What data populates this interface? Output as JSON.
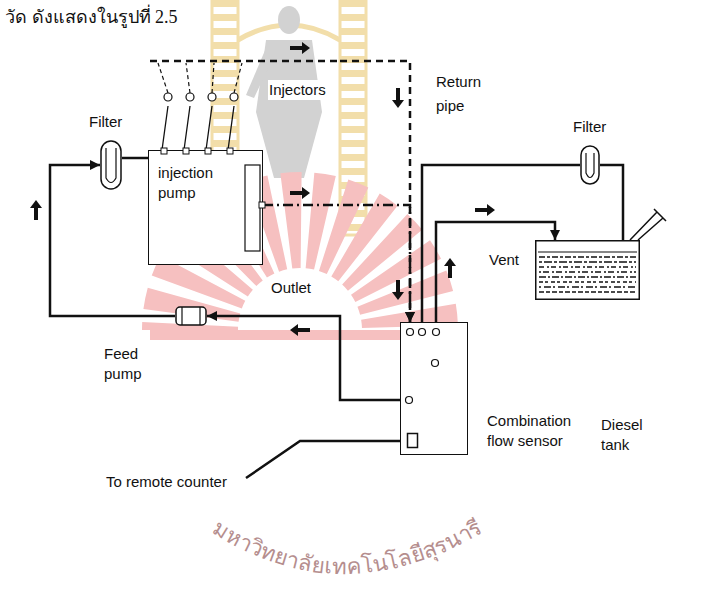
{
  "diagram": {
    "nodes": [
      {
        "text": [
          "Injectors"
        ]
      },
      {
        "text": [
          "Filter"
        ]
      },
      {
        "text": [
          "injection pump"
        ]
      },
      {
        "text": [
          "Filter"
        ]
      },
      {
        "text": [
          "Diesel tank"
        ]
      },
      {
        "text": [
          "Feed pump"
        ]
      },
      {
        "text": [
          "Combination flow sensor"
        ]
      }
    ],
    "edges": [
      {
        "from": 2,
        "to": 0,
        "arrow": "none"
      },
      {
        "from": 1,
        "to": 2,
        "arrow": "none"
      },
      {
        "from": 5,
        "to": 1,
        "arrow": "to"
      },
      {
        "from": 6,
        "to": 5,
        "arrow": "to"
      },
      {
        "from": 4,
        "to": 3,
        "arrow": "none"
      },
      {
        "from": 3,
        "to": 6,
        "arrow": "none"
      },
      {
        "from": 6,
        "to": 4,
        "arrow": "to"
      },
      {
        "from": 0,
        "to": 6,
        "arrow": "to"
      },
      {
        "from": 2,
        "to": 6,
        "arrow": "to"
      }
    ],
    "labels": [
      "วัด ดังแสดงในรูปที่ 2.5",
      "Return pipe",
      "Vent",
      "Outlet",
      "To remote counter",
      "มหาวิทยาลัยเทคโนโลยีสุรนารี"
    ]
  }
}
